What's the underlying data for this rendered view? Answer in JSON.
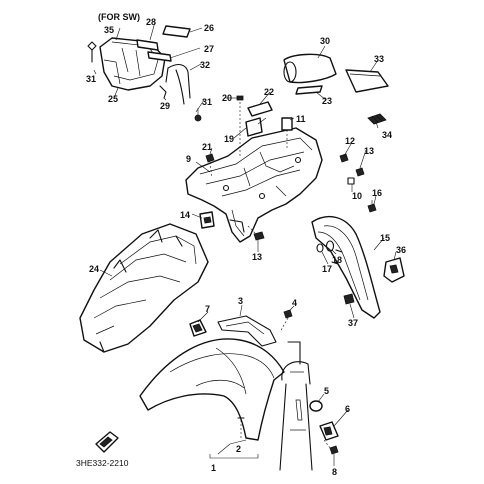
{
  "diagram": {
    "note": "(FOR SW)",
    "code": "3HE332-2210",
    "callouts": [
      {
        "id": "c1",
        "text": "1"
      },
      {
        "id": "c2",
        "text": "2"
      },
      {
        "id": "c3",
        "text": "3"
      },
      {
        "id": "c4",
        "text": "4"
      },
      {
        "id": "c5",
        "text": "5"
      },
      {
        "id": "c6",
        "text": "6"
      },
      {
        "id": "c7",
        "text": "7"
      },
      {
        "id": "c8",
        "text": "8"
      },
      {
        "id": "c9",
        "text": "9"
      },
      {
        "id": "c10",
        "text": "10"
      },
      {
        "id": "c11",
        "text": "11"
      },
      {
        "id": "c12",
        "text": "12"
      },
      {
        "id": "c13a",
        "text": "13"
      },
      {
        "id": "c13b",
        "text": "13"
      },
      {
        "id": "c14",
        "text": "14"
      },
      {
        "id": "c15",
        "text": "15"
      },
      {
        "id": "c16",
        "text": "16"
      },
      {
        "id": "c17",
        "text": "17"
      },
      {
        "id": "c18",
        "text": "18"
      },
      {
        "id": "c19",
        "text": "19"
      },
      {
        "id": "c20",
        "text": "20"
      },
      {
        "id": "c21",
        "text": "21"
      },
      {
        "id": "c22",
        "text": "22"
      },
      {
        "id": "c23",
        "text": "23"
      },
      {
        "id": "c24",
        "text": "24"
      },
      {
        "id": "c25",
        "text": "25"
      },
      {
        "id": "c26",
        "text": "26"
      },
      {
        "id": "c27",
        "text": "27"
      },
      {
        "id": "c28",
        "text": "28"
      },
      {
        "id": "c29",
        "text": "29"
      },
      {
        "id": "c30",
        "text": "30"
      },
      {
        "id": "c31a",
        "text": "31"
      },
      {
        "id": "c31b",
        "text": "31"
      },
      {
        "id": "c32",
        "text": "32"
      },
      {
        "id": "c33",
        "text": "33"
      },
      {
        "id": "c34",
        "text": "34"
      },
      {
        "id": "c35",
        "text": "35"
      },
      {
        "id": "c36",
        "text": "36"
      },
      {
        "id": "c37",
        "text": "37"
      }
    ]
  }
}
